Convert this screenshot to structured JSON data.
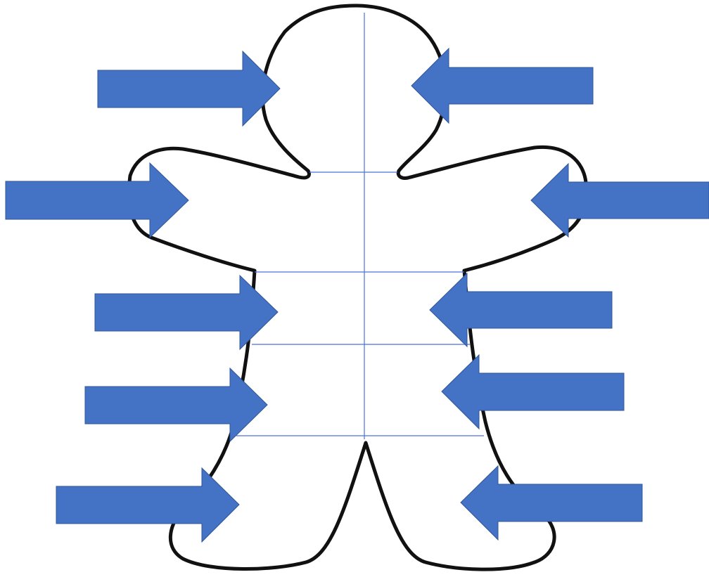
{
  "diagram": {
    "subject": "gingerbread-figure-outline",
    "colors": {
      "background": "#ffffff",
      "outline": "#111111",
      "guide_lines": "#4a72d9",
      "arrow_fill": "#4472c4",
      "arrow_stroke": "#2f5597"
    },
    "regions": [
      "head",
      "shoulders",
      "chest",
      "waist",
      "legs"
    ],
    "arrows": [
      {
        "region": "head",
        "side": "left",
        "direction": "right"
      },
      {
        "region": "head",
        "side": "right",
        "direction": "left"
      },
      {
        "region": "shoulders",
        "side": "left",
        "direction": "right"
      },
      {
        "region": "shoulders",
        "side": "right",
        "direction": "left"
      },
      {
        "region": "chest",
        "side": "left",
        "direction": "right"
      },
      {
        "region": "chest",
        "side": "right",
        "direction": "left"
      },
      {
        "region": "waist",
        "side": "left",
        "direction": "right"
      },
      {
        "region": "waist",
        "side": "right",
        "direction": "left"
      },
      {
        "region": "legs",
        "side": "left",
        "direction": "right"
      },
      {
        "region": "legs",
        "side": "right",
        "direction": "left"
      }
    ]
  }
}
